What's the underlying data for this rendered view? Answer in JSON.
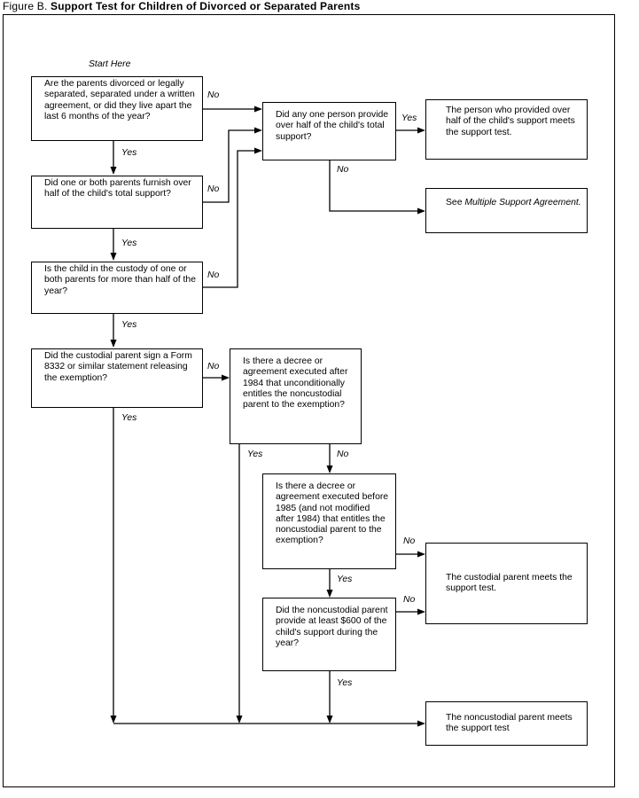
{
  "title": {
    "prefix": "Figure B.",
    "text": "Support Test for Children of Divorced or Separated Parents"
  },
  "start_label": "Start Here",
  "boxes": {
    "q_divorced": "Are the parents divorced or legally separated, separated under a written agreement, or did they live apart the last 6 months of the year?",
    "q_parents_furnish": "Did one or both parents furnish over half of the child's total support?",
    "q_custody": "Is the child in the custody of one or both parents for more than half of the year?",
    "q_form8332": "Did the custodial parent sign a Form 8332 or similar statement releasing the exemption?",
    "q_one_person": "Did any one person provide over half of the child's total support?",
    "r_person_meets": "The person who provided over half of the child's support meets the support test.",
    "r_multiple_prefix": "See ",
    "r_multiple_italic": "Multiple Support Agreement.",
    "q_decree_after_1984": "Is there a decree or agreement executed after 1984 that unconditionally entitles the noncustodial parent to the exemption?",
    "q_decree_before_1985": "Is there a decree or agreement executed before 1985 (and not modified after 1984) that entitles the noncustodial parent to the exemption?",
    "q_noncustodial_600": "Did the noncustodial parent provide at least $600 of the child's support during the year?",
    "r_custodial_meets": "The custodial parent meets the support test.",
    "r_noncustodial_meets": "The noncustodial parent meets the support test"
  },
  "edge_labels": {
    "yes": "Yes",
    "no": "No"
  }
}
